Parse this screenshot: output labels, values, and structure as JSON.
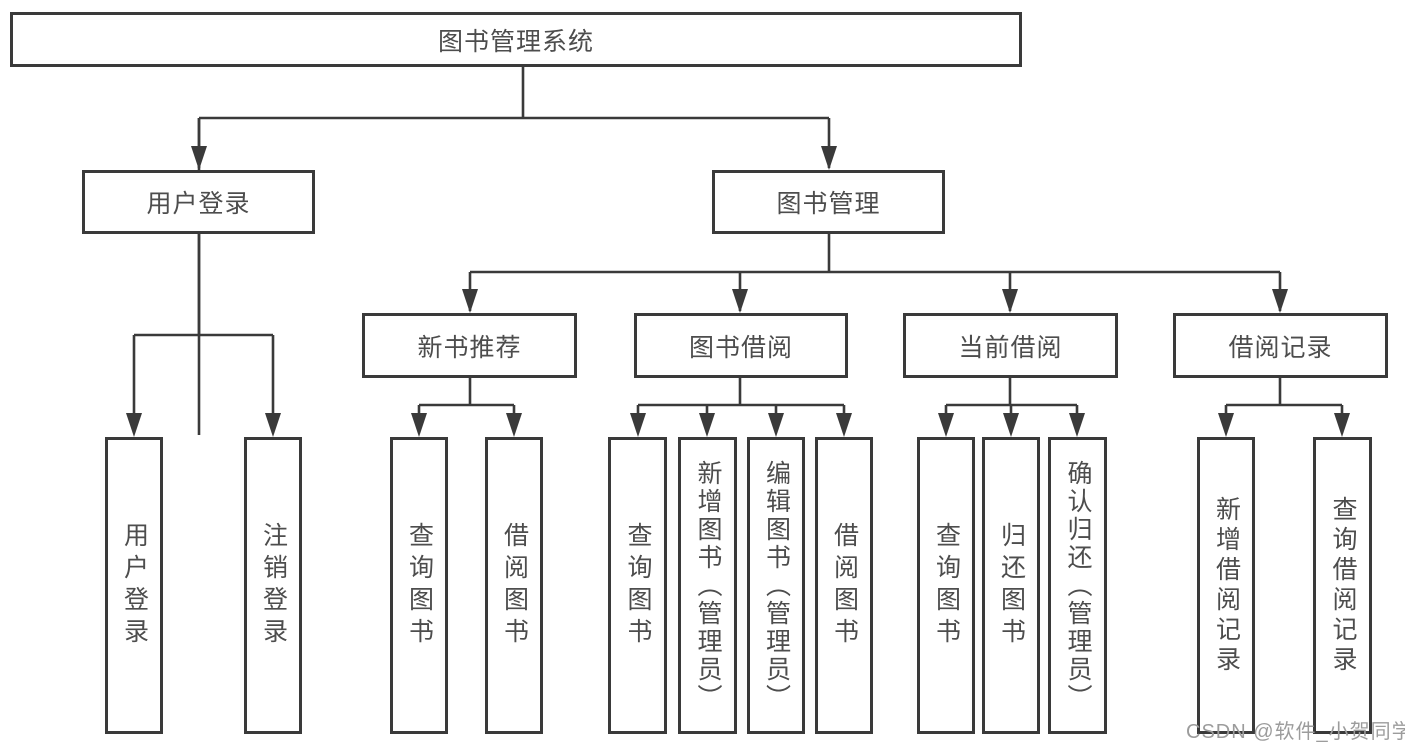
{
  "diagram": {
    "title": "图书管理系统",
    "watermark": "CSDN @软件_小贺同学",
    "colors": {
      "line": "#3a3a3a",
      "box_border": "#3a3a3a",
      "text": "#4d4d4d",
      "watermark": "#9c9c9c",
      "background": "#ffffff"
    },
    "nodes": {
      "root": "图书管理系统",
      "l2": [
        "用户登录",
        "图书管理"
      ],
      "l3": [
        "新书推荐",
        "图书借阅",
        "当前借阅",
        "借阅记录"
      ],
      "leaves": [
        "用户登录",
        "注销登录",
        "查询图书",
        "借阅图书",
        "查询图书",
        "新增图书（管理员）",
        "编辑图书（管理员）",
        "借阅图书",
        "查询图书",
        "归还图书",
        "确认归还（管理员）",
        "新增借阅记录",
        "查询借阅记录"
      ]
    },
    "edges": [
      "图书管理系统→用户登录",
      "图书管理系统→图书管理",
      "用户登录→用户登录",
      "用户登录→注销登录",
      "图书管理→新书推荐",
      "图书管理→图书借阅",
      "图书管理→当前借阅",
      "图书管理→借阅记录",
      "新书推荐→查询图书",
      "新书推荐→借阅图书",
      "图书借阅→查询图书",
      "图书借阅→新增图书（管理员）",
      "图书借阅→编辑图书（管理员）",
      "图书借阅→借阅图书",
      "当前借阅→查询图书",
      "当前借阅→归还图书",
      "当前借阅→确认归还（管理员）",
      "借阅记录→新增借阅记录",
      "借阅记录→查询借阅记录"
    ]
  }
}
